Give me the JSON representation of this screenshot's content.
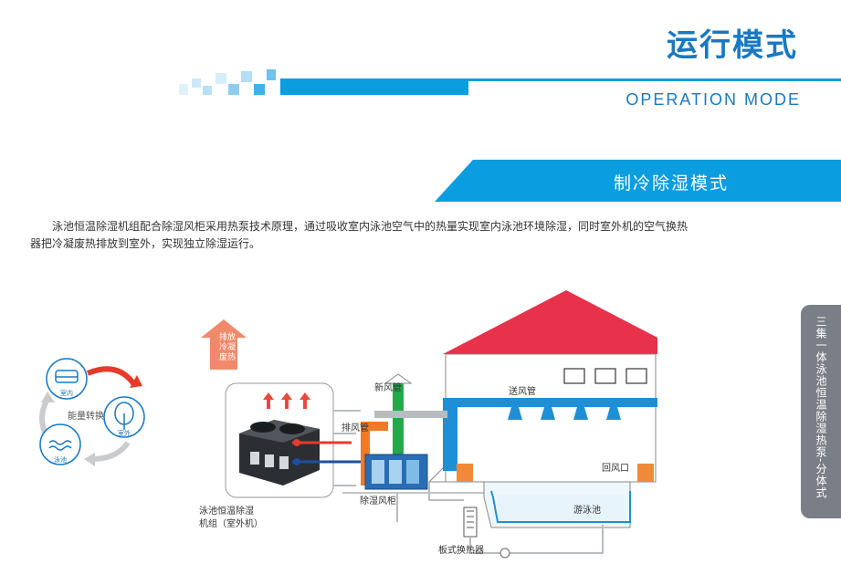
{
  "header": {
    "title_cn": "运行模式",
    "title_en": "OPERATION  MODE"
  },
  "section": {
    "mode_title": "制冷除湿模式",
    "description": "泳池恒温除湿机组配合除湿风柜采用热泵技术原理，通过吸收室内泳池空气中的热量实现室内泳池环境除湿，同时室外机的空气换热器把冷凝废热排放到室外，实现独立除湿运行。"
  },
  "side_tab": "三集一体泳池恒温除湿热泵-分体式",
  "energy_cycle": {
    "center_label": "能量转换",
    "indoor_label": "室内",
    "outdoor_label": "室外",
    "pool_label": "泳池"
  },
  "diagram": {
    "exhaust_label": "排放\n冷凝\n废热",
    "exhaust_lines": [
      "排放",
      "冷凝",
      "废热"
    ],
    "outdoor_unit_label_1": "泳池恒温除湿",
    "outdoor_unit_label_2": "机组（室外机）",
    "fresh_air_duct": "新风管",
    "exhaust_duct": "排风管",
    "supply_duct": "送风管",
    "return_vent": "回风口",
    "dehumid_cabinet": "除湿风柜",
    "pool": "游泳池",
    "plate_exchanger": "板式换热器"
  },
  "colors": {
    "accent_blue": "#0a9de0",
    "title_blue": "#1a78c2",
    "roof_red": "#e8314a",
    "duct_green": "#25a84a",
    "duct_orange": "#f07a28",
    "duct_gray": "#b9bcbf",
    "side_tab_gray": "#7a7f87"
  }
}
